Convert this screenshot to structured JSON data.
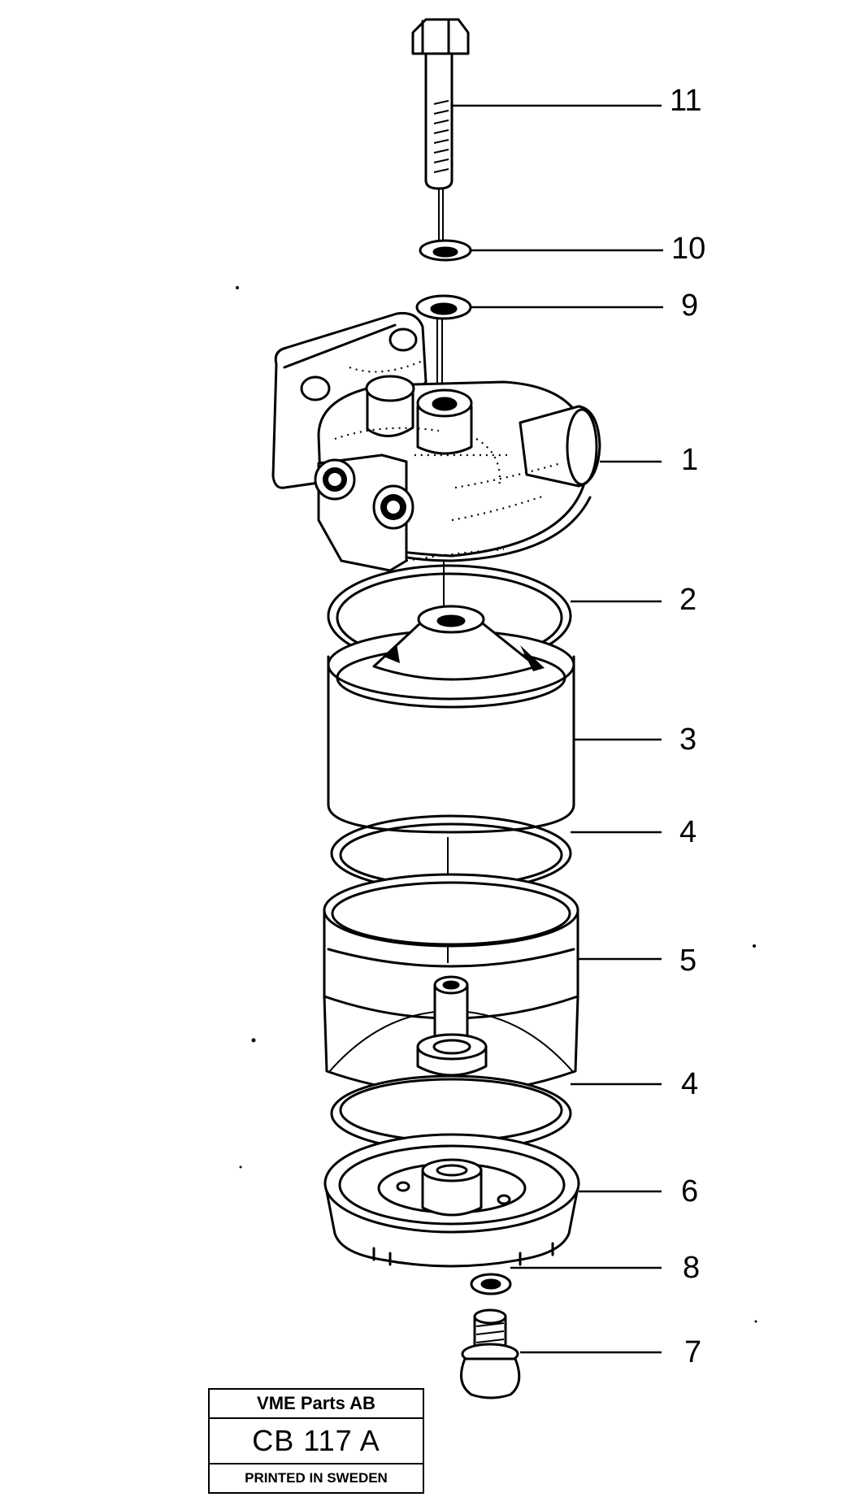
{
  "callouts": [
    {
      "id": "11",
      "label": "11"
    },
    {
      "id": "10",
      "label": "10"
    },
    {
      "id": "9",
      "label": "9"
    },
    {
      "id": "1",
      "label": "1"
    },
    {
      "id": "2",
      "label": "2"
    },
    {
      "id": "3",
      "label": "3"
    },
    {
      "id": "4a",
      "label": "4"
    },
    {
      "id": "5",
      "label": "5"
    },
    {
      "id": "4b",
      "label": "4"
    },
    {
      "id": "6",
      "label": "6"
    },
    {
      "id": "8",
      "label": "8"
    },
    {
      "id": "7",
      "label": "7"
    }
  ],
  "stamp": {
    "company": "VME Parts AB",
    "code": "CB 117 A",
    "printed": "PRINTED IN SWEDEN"
  }
}
